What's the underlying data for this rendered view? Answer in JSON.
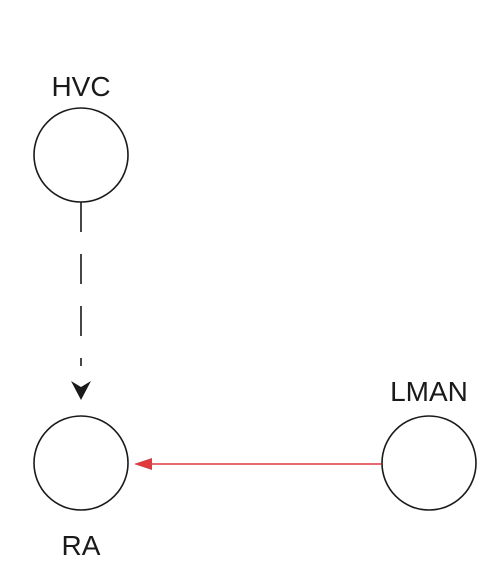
{
  "diagram": {
    "nodes": [
      {
        "id": "hvc",
        "label": "HVC"
      },
      {
        "id": "ra",
        "label": "RA"
      },
      {
        "id": "lman",
        "label": "LMAN"
      }
    ],
    "edges": [
      {
        "from": "HVC",
        "to": "RA",
        "style": "dashed",
        "color": "#1a1a1a"
      },
      {
        "from": "LMAN",
        "to": "RA",
        "style": "solid",
        "color": "#e0393e"
      }
    ]
  }
}
